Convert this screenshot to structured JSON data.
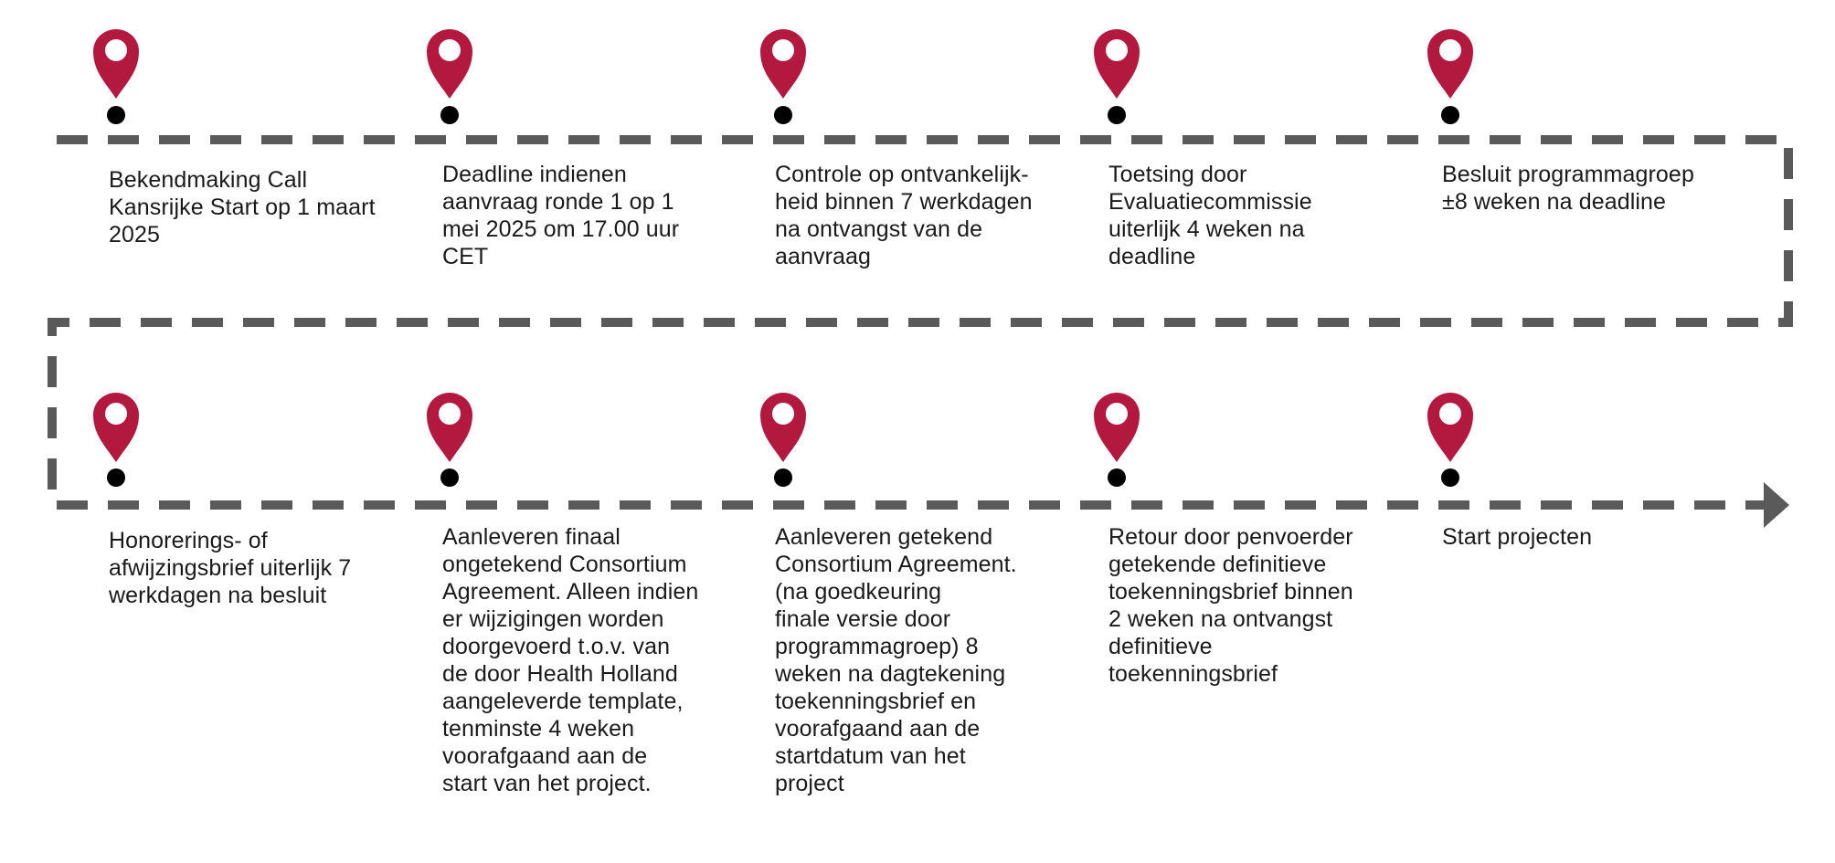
{
  "colors": {
    "pin": "#b3193f",
    "path": "#5a5a5a",
    "dot": "#000000",
    "text": "#1a1a1a"
  },
  "icons": {
    "marker": "map-pin-icon",
    "end": "arrow-head-icon"
  },
  "steps": [
    {
      "text": "Bekendmaking Call\nKansrijke Start op 1 maart\n2025"
    },
    {
      "text": "Deadline indienen\naanvraag ronde 1 op 1\nmei 2025 om 17.00 uur\nCET"
    },
    {
      "text": "Controle op ontvankelijk-\nheid binnen 7 werkdagen\nna ontvangst van de\naanvraag"
    },
    {
      "text": "Toetsing door\nEvaluatiecommissie\nuiterlijk 4 weken na\ndeadline"
    },
    {
      "text": "Besluit programmagroep\n±8 weken na deadline"
    },
    {
      "text": "Honorerings- of\nafwijzingsbrief uiterlijk 7\nwerkdagen na besluit"
    },
    {
      "text": "Aanleveren finaal\nongetekend Consortium\nAgreement. Alleen indien\ner wijzigingen worden\ndoorgevoerd t.o.v. van\nde door Health Holland\naangeleverde template,\ntenminste 4 weken\nvoorafgaand aan de\nstart van het project."
    },
    {
      "text": "Aanleveren getekend\nConsortium Agreement.\n(na goedkeuring\nfinale versie door\nprogrammagroep) 8\nweken na dagtekening\ntoekenningsbrief en\nvoorafgaand aan de\nstartdatum van het\nproject"
    },
    {
      "text": "Retour door penvoerder\ngetekende definitieve\ntoekenningsbrief binnen\n2 weken na ontvangst\ndefinitieve\ntoekenningsbrief"
    },
    {
      "text": "Start projecten"
    }
  ]
}
